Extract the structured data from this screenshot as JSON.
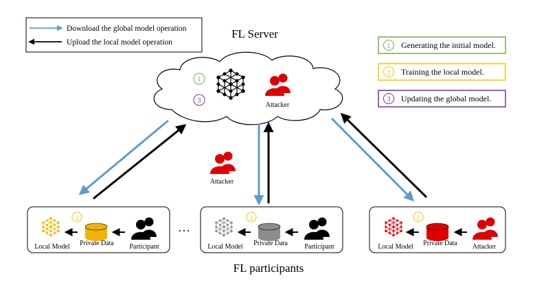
{
  "legend": {
    "download_label": "Download the global model operation",
    "upload_label": "Upload the local model operation",
    "download_color": "#5b9bd5",
    "upload_color": "#000000"
  },
  "steps": [
    {
      "number": "1",
      "label": "Generating the initial model.",
      "color": "#70ad47"
    },
    {
      "number": "2",
      "label": "Training the local model.",
      "color": "#ffc000"
    },
    {
      "number": "3",
      "label": "Updating the global model.",
      "color": "#7030a0"
    }
  ],
  "server": {
    "title": "FL Server",
    "attacker_label": "Attacker",
    "step1": "1",
    "step3": "3",
    "attacker_color": "#e00000"
  },
  "middle_attacker": {
    "label": "Attacker"
  },
  "participants_title": "FL participants",
  "ellipsis": "···",
  "clients": [
    {
      "step": "2",
      "model_label": "Local Model",
      "data_label": "Private Data",
      "user_label": "Participant",
      "color": "#f0b400"
    },
    {
      "step": "2",
      "model_label": "Local Model",
      "data_label": "Private Data",
      "user_label": "Participant",
      "color": "#8c8c8c"
    },
    {
      "step": "2",
      "model_label": "Local Model",
      "data_label": "Private Data",
      "user_label": "Attacker",
      "color": "#e00000"
    }
  ]
}
